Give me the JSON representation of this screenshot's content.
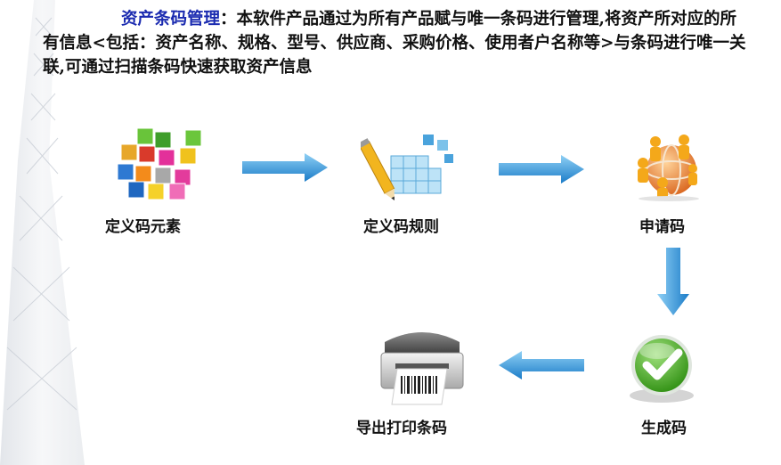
{
  "intro": {
    "highlight": "资产条码管理",
    "body": "：本软件产品通过为所有产品赋与唯一条码进行管理,将资产所对应的所有信息<包括：资产名称、规格、型号、供应商、采购价格、使用者户名称等>与条码进行唯一关联,可通过扫描条码快速获取资产信息"
  },
  "steps": [
    {
      "label": "定义码元素",
      "icon": "cubes-icon"
    },
    {
      "label": "定义码规则",
      "icon": "pencil-grid-icon"
    },
    {
      "label": "申请码",
      "icon": "people-globe-icon"
    },
    {
      "label": "生成码",
      "icon": "check-icon"
    },
    {
      "label": "导出打印条码",
      "icon": "printer-icon"
    }
  ],
  "colors": {
    "highlight": "#1b2bb0",
    "arrow": "#2b8fd6",
    "check": "#3cae1e"
  }
}
